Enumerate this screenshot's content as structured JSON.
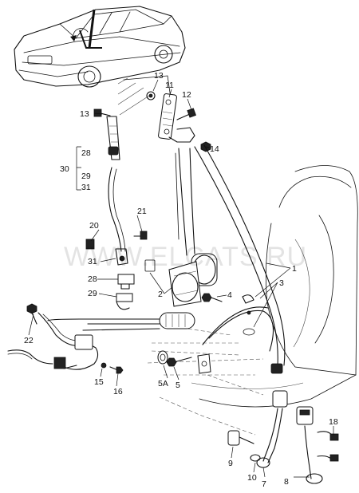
{
  "watermark": "WWW.ELCATS.RU",
  "callouts": {
    "c1": "1",
    "c2": "2",
    "c3": "3",
    "c4": "4",
    "c5": "5",
    "c5a": "5A",
    "c7": "7",
    "c8": "8",
    "c9": "9",
    "c10": "10",
    "c11": "11",
    "c12": "12",
    "c13a": "13",
    "c13b": "13",
    "c14": "14",
    "c15": "15",
    "c16": "16",
    "c18": "18",
    "c20": "20",
    "c21": "21",
    "c22": "22",
    "c28a": "28",
    "c28b": "28",
    "c29a": "29",
    "c29b": "29",
    "c30": "30",
    "c31a": "31",
    "c31b": "31"
  }
}
